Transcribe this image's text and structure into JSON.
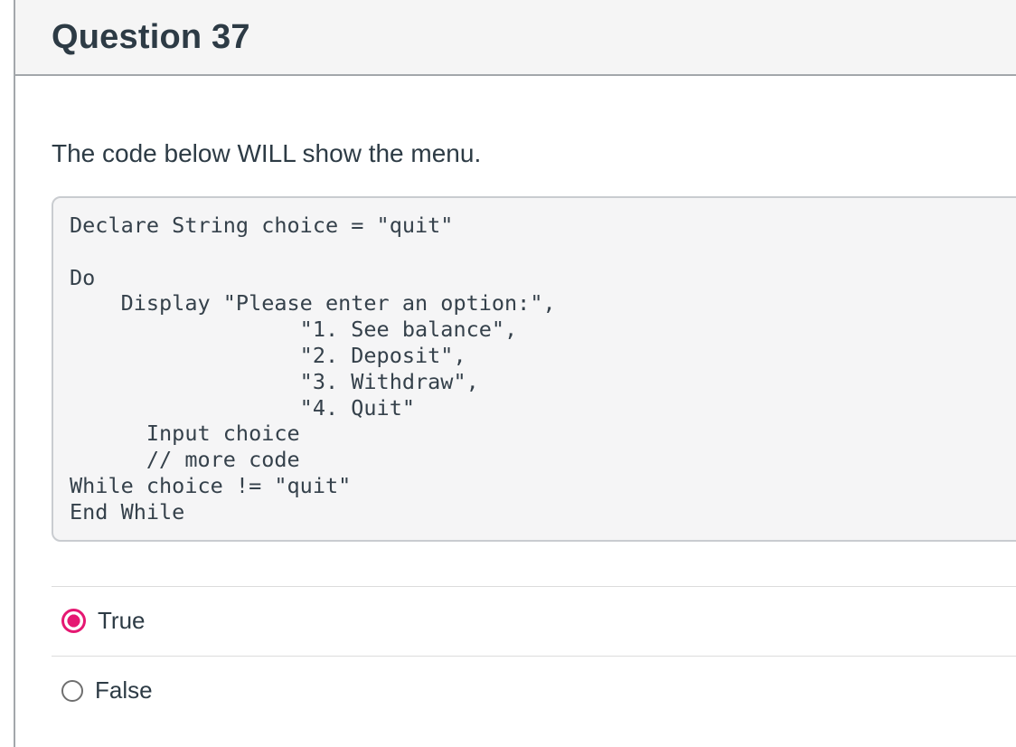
{
  "question": {
    "title": "Question 37",
    "prompt": "The code below WILL show the menu.",
    "code": "Declare String choice = \"quit\"\n\nDo\n    Display \"Please enter an option:\",\n                  \"1. See balance\",\n                  \"2. Deposit\",\n                  \"3. Withdraw\",\n                  \"4. Quit\"\n      Input choice\n      // more code\nWhile choice != \"quit\"\nEnd While",
    "answers": [
      {
        "label": "True",
        "selected": true
      },
      {
        "label": "False",
        "selected": false
      }
    ]
  },
  "colors": {
    "radio_accent": "#e51872",
    "header_text": "#2d3b45",
    "header_bg": "#f5f5f5",
    "box_border": "#a3a7ab",
    "code_bg": "#f5f5f6",
    "code_border": "#c9ccd0",
    "divider": "#dcdcdc"
  }
}
